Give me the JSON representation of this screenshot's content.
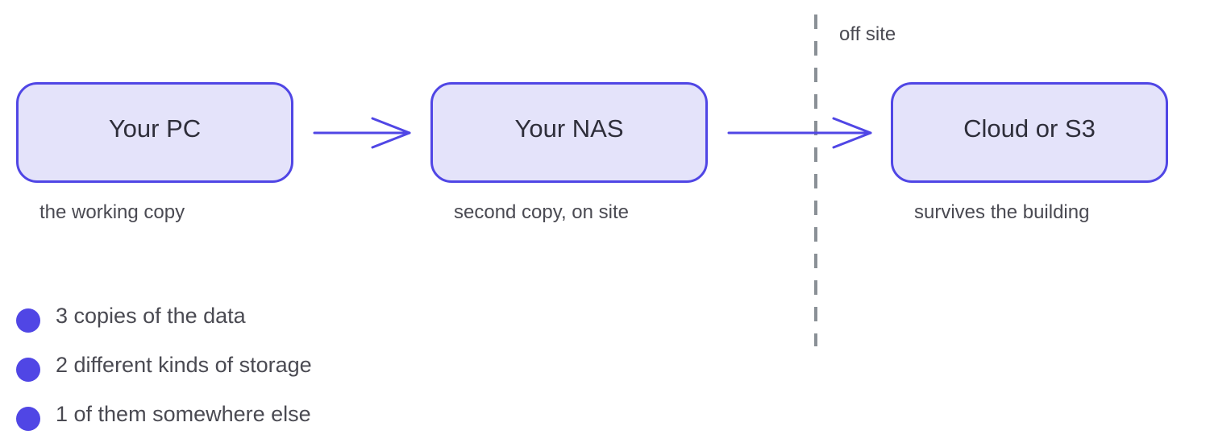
{
  "nodes": [
    {
      "label": "Your PC",
      "caption": "the working copy"
    },
    {
      "label": "Your NAS",
      "caption": "second copy, on site"
    },
    {
      "label": "Cloud or S3",
      "caption": "survives the building"
    }
  ],
  "offsite": {
    "label": "off site"
  },
  "legend": [
    {
      "text": "3 copies of the data"
    },
    {
      "text": "2 different kinds of storage"
    },
    {
      "text": "1 of them somewhere else"
    }
  ],
  "colors": {
    "accent": "#5046e5",
    "node_fill": "#e4e3fa",
    "divider": "#8a9096",
    "text": "#4a4a52"
  }
}
